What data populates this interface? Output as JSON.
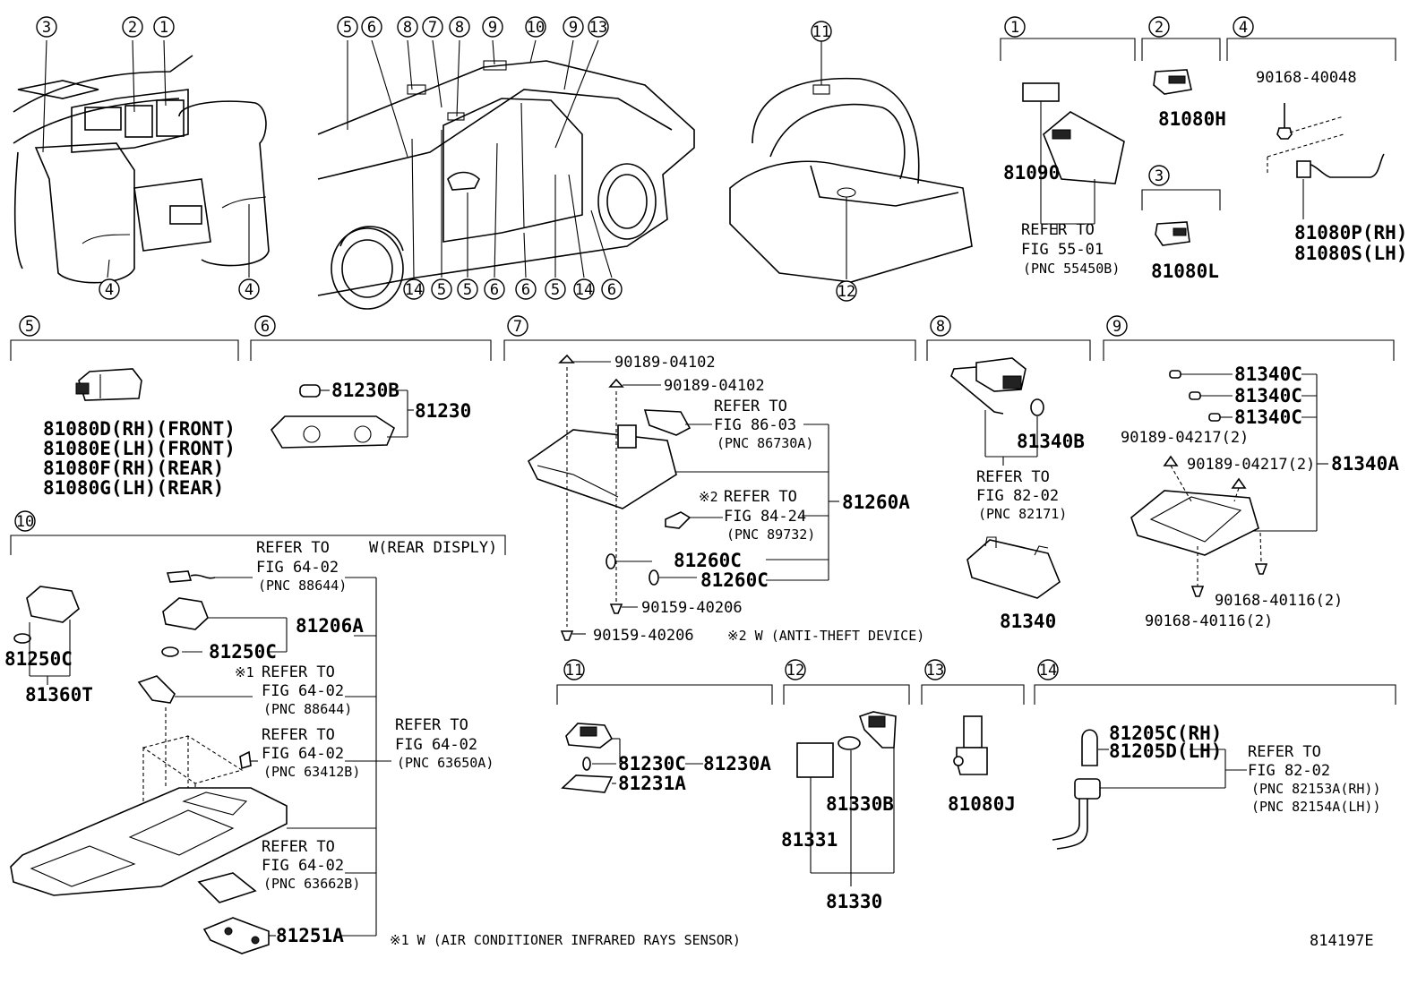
{
  "figure_id": "814197E",
  "callouts": [
    "1",
    "2",
    "3",
    "4",
    "5",
    "6",
    "7",
    "8",
    "9",
    "10",
    "11",
    "12",
    "13",
    "14"
  ],
  "section_labels": {
    "s1": "1",
    "s2": "2",
    "s3": "3",
    "s4": "4",
    "s5": "5",
    "s6": "6",
    "s7": "7",
    "s8": "8",
    "s9": "9",
    "s10": "10",
    "s11": "11",
    "s12": "12",
    "s13": "13",
    "s14": "14"
  },
  "parts": {
    "p81090": "81090",
    "p81080H": "81080H",
    "p81080L": "81080L",
    "p90168_40048": "90168-40048",
    "p81080P": "81080P(RH)",
    "p81080S": "81080S(LH)",
    "p81080D": "81080D(RH)(FRONT)",
    "p81080E": "81080E(LH)(FRONT)",
    "p81080F": "81080F(RH)(REAR)",
    "p81080G": "81080G(LH)(REAR)",
    "p81230B": "81230B",
    "p81230": "81230",
    "p90189_04102a": "90189-04102",
    "p90189_04102b": "90189-04102",
    "p81260A": "81260A",
    "p81260C_a": "81260C",
    "p81260C_b": "81260C",
    "p90159_40206a": "90159-40206",
    "p90159_40206b": "90159-40206",
    "p81340B": "81340B",
    "p81340": "81340",
    "p81340C_a": "81340C",
    "p81340C_b": "81340C",
    "p81340C_c": "81340C",
    "p90189_04217a": "90189-04217(2)",
    "p90189_04217b": "90189-04217(2)",
    "p81340A": "81340A",
    "p90168_40116a": "90168-40116(2)",
    "p90168_40116b": "90168-40116(2)",
    "p81250C_a": "81250C",
    "p81250C_b": "81250C",
    "p81360T": "81360T",
    "p81206A": "81206A",
    "p81251A": "81251A",
    "p81230C": "81230C",
    "p81230A": "81230A",
    "p81231A": "81231A",
    "p81330B": "81330B",
    "p81331": "81331",
    "p81330": "81330",
    "p81080J": "81080J",
    "p81205C": "81205C(RH)",
    "p81205D": "81205D(LH)"
  },
  "refs": {
    "r1": {
      "l1": "REFER TO",
      "l2": "FIG 55-01",
      "l3": "(PNC 55450B)"
    },
    "r7a": {
      "l1": "REFER TO",
      "l2": "FIG 86-03",
      "l3": "(PNC 86730A)"
    },
    "r7b": {
      "mark": "※2",
      "l1": "REFER TO",
      "l2": "FIG 84-24",
      "l3": "(PNC 89732)"
    },
    "r8": {
      "l1": "REFER TO",
      "l2": "FIG 82-02",
      "l3": "(PNC 82171)"
    },
    "r10a": {
      "l1": "REFER TO",
      "l2": "FIG 64-02",
      "l3": "(PNC 88644)"
    },
    "r10b": {
      "mark": "※1",
      "l1": "REFER TO",
      "l2": "FIG 64-02",
      "l3": "(PNC 88644)"
    },
    "r10c": {
      "l1": "REFER TO",
      "l2": "FIG 64-02",
      "l3": "(PNC 63412B)"
    },
    "r10d": {
      "l1": "REFER TO",
      "l2": "FIG 64-02",
      "l3": "(PNC 63662B)"
    },
    "r10e": {
      "l1": "REFER TO",
      "l2": "FIG 64-02",
      "l3": "(PNC 63650A)"
    },
    "r14": {
      "l1": "REFER TO",
      "l2": "FIG 82-02",
      "l3": "(PNC 82153A(RH))",
      "l4": "(PNC 82154A(LH))"
    }
  },
  "notes": {
    "rear_display": "W(REAR DISPLY)",
    "anti_theft": "※2 W (ANTI-THEFT DEVICE)",
    "ac_sensor": "※1  W (AIR CONDITIONER INFRARED RAYS SENSOR)"
  }
}
